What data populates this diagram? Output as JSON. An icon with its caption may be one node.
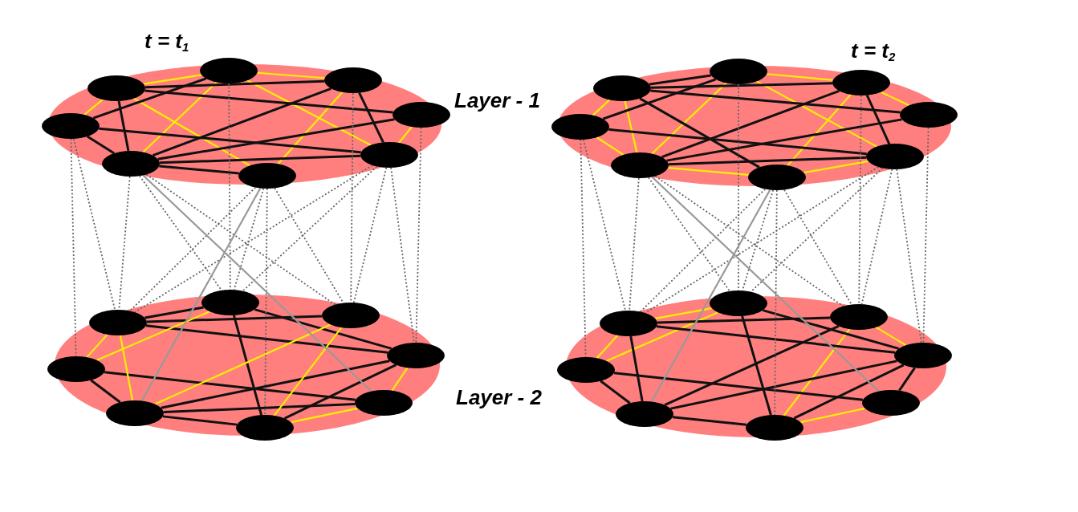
{
  "diagram": {
    "nodes": [
      {
        "text": [],
        "shape": "ellipse"
      },
      {
        "text": [],
        "shape": "ellipse",
        "in": 0
      },
      {
        "text": [],
        "shape": "ellipse",
        "in": 0
      },
      {
        "text": [],
        "shape": "ellipse",
        "in": 0
      },
      {
        "text": [],
        "shape": "ellipse",
        "in": 0
      },
      {
        "text": [],
        "shape": "ellipse",
        "in": 0
      },
      {
        "text": [],
        "shape": "ellipse",
        "in": 0
      },
      {
        "text": [],
        "shape": "ellipse",
        "in": 0
      },
      {
        "text": [],
        "shape": "ellipse",
        "in": 0
      },
      {
        "text": [],
        "shape": "ellipse"
      },
      {
        "text": [],
        "shape": "ellipse",
        "in": 9
      },
      {
        "text": [],
        "shape": "ellipse",
        "in": 9
      },
      {
        "text": [],
        "shape": "ellipse",
        "in": 9
      },
      {
        "text": [],
        "shape": "ellipse",
        "in": 9
      },
      {
        "text": [],
        "shape": "ellipse",
        "in": 9
      },
      {
        "text": [],
        "shape": "ellipse",
        "in": 9
      },
      {
        "text": [],
        "shape": "ellipse",
        "in": 9
      },
      {
        "text": [],
        "shape": "ellipse",
        "in": 9
      },
      {
        "text": [],
        "shape": "ellipse"
      },
      {
        "text": [],
        "shape": "ellipse",
        "in": 18
      },
      {
        "text": [],
        "shape": "ellipse",
        "in": 18
      },
      {
        "text": [],
        "shape": "ellipse",
        "in": 18
      },
      {
        "text": [],
        "shape": "ellipse",
        "in": 18
      },
      {
        "text": [],
        "shape": "ellipse",
        "in": 18
      },
      {
        "text": [],
        "shape": "ellipse",
        "in": 18
      },
      {
        "text": [],
        "shape": "ellipse",
        "in": 18
      },
      {
        "text": [],
        "shape": "ellipse",
        "in": 18
      },
      {
        "text": [],
        "shape": "ellipse"
      },
      {
        "text": [],
        "shape": "ellipse",
        "in": 27
      },
      {
        "text": [],
        "shape": "ellipse",
        "in": 27
      },
      {
        "text": [],
        "shape": "ellipse",
        "in": 27
      },
      {
        "text": [],
        "shape": "ellipse",
        "in": 27
      },
      {
        "text": [],
        "shape": "ellipse",
        "in": 27
      },
      {
        "text": [],
        "shape": "ellipse",
        "in": 27
      },
      {
        "text": [],
        "shape": "ellipse",
        "in": 27
      },
      {
        "text": [],
        "shape": "ellipse",
        "in": 27
      }
    ],
    "edges": [
      {
        "from": 1,
        "to": 2,
        "arrow": "none",
        "color": "#ffee00"
      },
      {
        "from": 2,
        "to": 3,
        "arrow": "none",
        "color": "#ffee00"
      },
      {
        "from": 1,
        "to": 5,
        "arrow": "none",
        "color": "#ffee00"
      },
      {
        "from": 1,
        "to": 8,
        "arrow": "none",
        "color": "#ffee00"
      },
      {
        "from": 2,
        "to": 7,
        "arrow": "none",
        "color": "#ffee00"
      },
      {
        "from": 3,
        "to": 8,
        "arrow": "none",
        "color": "#ffee00"
      },
      {
        "from": 2,
        "to": 6,
        "arrow": "none",
        "color": "#ffee00"
      },
      {
        "from": 4,
        "to": 7,
        "arrow": "none",
        "color": "#ffee00"
      },
      {
        "from": 1,
        "to": 3,
        "arrow": "none"
      },
      {
        "from": 1,
        "to": 4,
        "arrow": "none"
      },
      {
        "from": 1,
        "to": 6,
        "arrow": "none"
      },
      {
        "from": 2,
        "to": 5,
        "arrow": "none"
      },
      {
        "from": 3,
        "to": 6,
        "arrow": "none"
      },
      {
        "from": 3,
        "to": 7,
        "arrow": "none"
      },
      {
        "from": 5,
        "to": 7,
        "arrow": "none"
      },
      {
        "from": 5,
        "to": 6,
        "arrow": "none"
      },
      {
        "from": 6,
        "to": 4,
        "arrow": "none"
      },
      {
        "from": 6,
        "to": 7,
        "arrow": "none"
      },
      {
        "from": 6,
        "to": 8,
        "arrow": "none"
      },
      {
        "from": 10,
        "to": 11,
        "arrow": "none"
      },
      {
        "from": 10,
        "to": 12,
        "arrow": "none"
      },
      {
        "from": 10,
        "to": 13,
        "arrow": "none"
      },
      {
        "from": 11,
        "to": 13,
        "arrow": "none"
      },
      {
        "from": 11,
        "to": 17,
        "arrow": "none"
      },
      {
        "from": 14,
        "to": 15,
        "arrow": "none"
      },
      {
        "from": 14,
        "to": 16,
        "arrow": "none"
      },
      {
        "from": 15,
        "to": 17,
        "arrow": "none"
      },
      {
        "from": 15,
        "to": 13,
        "arrow": "none"
      },
      {
        "from": 17,
        "to": 13,
        "arrow": "none"
      },
      {
        "from": 15,
        "to": 16,
        "arrow": "none"
      },
      {
        "from": 10,
        "to": 14,
        "arrow": "none",
        "color": "#ffee00"
      },
      {
        "from": 10,
        "to": 15,
        "arrow": "none",
        "color": "#ffee00"
      },
      {
        "from": 11,
        "to": 14,
        "arrow": "none",
        "color": "#ffee00"
      },
      {
        "from": 12,
        "to": 15,
        "arrow": "none",
        "color": "#ffee00"
      },
      {
        "from": 12,
        "to": 17,
        "arrow": "none",
        "color": "#ffee00"
      },
      {
        "from": 13,
        "to": 16,
        "arrow": "none",
        "color": "#ffee00"
      },
      {
        "from": 17,
        "to": 16,
        "arrow": "none",
        "color": "#ffee00"
      },
      {
        "from": 20,
        "to": 21,
        "arrow": "none",
        "color": "#ffee00"
      },
      {
        "from": 19,
        "to": 23,
        "arrow": "none",
        "color": "#ffee00"
      },
      {
        "from": 19,
        "to": 24,
        "arrow": "none",
        "color": "#ffee00"
      },
      {
        "from": 23,
        "to": 24,
        "arrow": "none",
        "color": "#ffee00"
      },
      {
        "from": 20,
        "to": 24,
        "arrow": "none",
        "color": "#ffee00"
      },
      {
        "from": 20,
        "to": 25,
        "arrow": "none",
        "color": "#ffee00"
      },
      {
        "from": 21,
        "to": 26,
        "arrow": "none",
        "color": "#ffee00"
      },
      {
        "from": 21,
        "to": 22,
        "arrow": "none",
        "color": "#ffee00"
      },
      {
        "from": 24,
        "to": 26,
        "arrow": "none",
        "color": "#ffee00"
      },
      {
        "from": 26,
        "to": 25,
        "arrow": "none",
        "color": "#ffee00"
      },
      {
        "from": 19,
        "to": 20,
        "arrow": "none"
      },
      {
        "from": 19,
        "to": 21,
        "arrow": "none"
      },
      {
        "from": 19,
        "to": 22,
        "arrow": "none"
      },
      {
        "from": 20,
        "to": 23,
        "arrow": "none"
      },
      {
        "from": 19,
        "to": 26,
        "arrow": "none"
      },
      {
        "from": 21,
        "to": 24,
        "arrow": "none"
      },
      {
        "from": 21,
        "to": 25,
        "arrow": "none"
      },
      {
        "from": 23,
        "to": 25,
        "arrow": "none"
      },
      {
        "from": 24,
        "to": 22,
        "arrow": "none"
      },
      {
        "from": 24,
        "to": 25,
        "arrow": "none"
      },
      {
        "from": 28,
        "to": 29,
        "arrow": "none",
        "color": "#ffee00"
      },
      {
        "from": 28,
        "to": 32,
        "arrow": "none",
        "color": "#ffee00"
      },
      {
        "from": 29,
        "to": 32,
        "arrow": "none",
        "color": "#ffee00"
      },
      {
        "from": 30,
        "to": 35,
        "arrow": "none",
        "color": "#ffee00"
      },
      {
        "from": 30,
        "to": 31,
        "arrow": "none",
        "color": "#ffee00"
      },
      {
        "from": 35,
        "to": 34,
        "arrow": "none",
        "color": "#ffee00"
      },
      {
        "from": 28,
        "to": 30,
        "arrow": "none"
      },
      {
        "from": 28,
        "to": 31,
        "arrow": "none"
      },
      {
        "from": 29,
        "to": 31,
        "arrow": "none"
      },
      {
        "from": 29,
        "to": 35,
        "arrow": "none"
      },
      {
        "from": 28,
        "to": 33,
        "arrow": "none"
      },
      {
        "from": 32,
        "to": 33,
        "arrow": "none"
      },
      {
        "from": 32,
        "to": 34,
        "arrow": "none"
      },
      {
        "from": 30,
        "to": 33,
        "arrow": "none"
      },
      {
        "from": 33,
        "to": 31,
        "arrow": "none"
      },
      {
        "from": 31,
        "to": 35,
        "arrow": "none"
      },
      {
        "from": 31,
        "to": 34,
        "arrow": "none"
      },
      {
        "from": 33,
        "to": 35,
        "arrow": "none"
      },
      {
        "from": 5,
        "to": 14,
        "arrow": "none",
        "style": "dashed",
        "color": "#666666"
      },
      {
        "from": 5,
        "to": 10,
        "arrow": "none",
        "style": "dashed",
        "color": "#666666"
      },
      {
        "from": 6,
        "to": 10,
        "arrow": "none",
        "style": "dashed",
        "color": "#666666"
      },
      {
        "from": 6,
        "to": 11,
        "arrow": "none",
        "style": "dashed",
        "color": "#666666"
      },
      {
        "from": 6,
        "to": 12,
        "arrow": "none",
        "style": "dashed",
        "color": "#666666"
      },
      {
        "from": 8,
        "to": 10,
        "arrow": "none",
        "style": "dashed",
        "color": "#666666"
      },
      {
        "from": 8,
        "to": 11,
        "arrow": "none",
        "style": "dashed",
        "color": "#666666"
      },
      {
        "from": 8,
        "to": 12,
        "arrow": "none",
        "style": "dashed",
        "color": "#666666"
      },
      {
        "from": 8,
        "to": 17,
        "arrow": "none",
        "style": "dashed",
        "color": "#666666"
      },
      {
        "from": 7,
        "to": 10,
        "arrow": "none",
        "style": "dashed",
        "color": "#666666"
      },
      {
        "from": 7,
        "to": 11,
        "arrow": "none",
        "style": "dashed",
        "color": "#666666"
      },
      {
        "from": 7,
        "to": 12,
        "arrow": "none",
        "style": "dashed",
        "color": "#666666"
      },
      {
        "from": 7,
        "to": 13,
        "arrow": "none",
        "style": "dashed",
        "color": "#666666"
      },
      {
        "from": 2,
        "to": 11,
        "arrow": "none",
        "style": "dashed",
        "color": "#666666"
      },
      {
        "from": 3,
        "to": 12,
        "arrow": "none",
        "style": "dashed",
        "color": "#666666"
      },
      {
        "from": 4,
        "to": 13,
        "arrow": "none",
        "style": "dashed",
        "color": "#666666"
      },
      {
        "from": 6,
        "to": 16,
        "arrow": "none",
        "color": "#999999"
      },
      {
        "from": 8,
        "to": 15,
        "arrow": "none",
        "color": "#999999"
      },
      {
        "from": 23,
        "to": 32,
        "arrow": "none",
        "style": "dashed",
        "color": "#666666"
      },
      {
        "from": 23,
        "to": 28,
        "arrow": "none",
        "style": "dashed",
        "color": "#666666"
      },
      {
        "from": 24,
        "to": 28,
        "arrow": "none",
        "style": "dashed",
        "color": "#666666"
      },
      {
        "from": 24,
        "to": 29,
        "arrow": "none",
        "style": "dashed",
        "color": "#666666"
      },
      {
        "from": 24,
        "to": 30,
        "arrow": "none",
        "style": "dashed",
        "color": "#666666"
      },
      {
        "from": 26,
        "to": 28,
        "arrow": "none",
        "style": "dashed",
        "color": "#666666"
      },
      {
        "from": 26,
        "to": 29,
        "arrow": "none",
        "style": "dashed",
        "color": "#666666"
      },
      {
        "from": 26,
        "to": 30,
        "arrow": "none",
        "style": "dashed",
        "color": "#666666"
      },
      {
        "from": 26,
        "to": 35,
        "arrow": "none",
        "style": "dashed",
        "color": "#666666"
      },
      {
        "from": 25,
        "to": 28,
        "arrow": "none",
        "style": "dashed",
        "color": "#666666"
      },
      {
        "from": 25,
        "to": 29,
        "arrow": "none",
        "style": "dashed",
        "color": "#666666"
      },
      {
        "from": 25,
        "to": 30,
        "arrow": "none",
        "style": "dashed",
        "color": "#666666"
      },
      {
        "from": 25,
        "to": 31,
        "arrow": "none",
        "style": "dashed",
        "color": "#666666"
      },
      {
        "from": 20,
        "to": 29,
        "arrow": "none",
        "style": "dashed",
        "color": "#666666"
      },
      {
        "from": 21,
        "to": 30,
        "arrow": "none",
        "style": "dashed",
        "color": "#666666"
      },
      {
        "from": 22,
        "to": 31,
        "arrow": "none",
        "style": "dashed",
        "color": "#666666"
      },
      {
        "from": 24,
        "to": 34,
        "arrow": "none",
        "color": "#999999"
      },
      {
        "from": 26,
        "to": 33,
        "arrow": "none",
        "color": "#999999"
      }
    ],
    "labels": [
      "t = t$_{1}$",
      "t = t$_{2}$",
      "Layer - 1",
      "Layer - 2"
    ]
  }
}
